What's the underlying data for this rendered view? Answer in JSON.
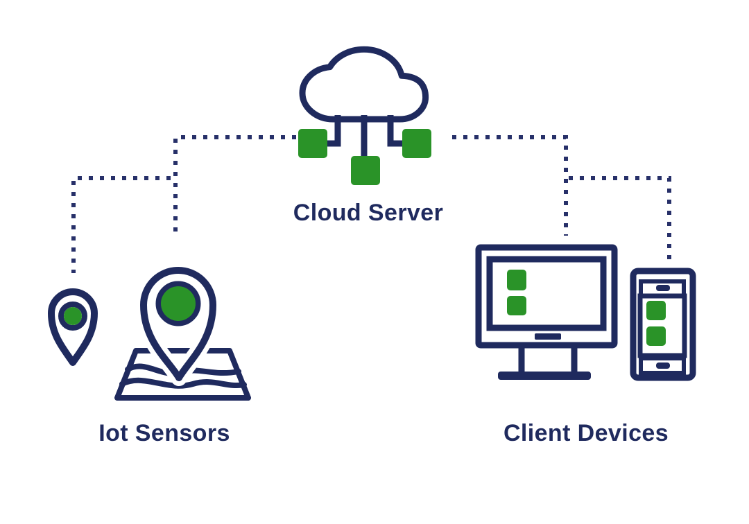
{
  "diagram": {
    "type": "iot-architecture",
    "nodes": [
      {
        "id": "cloud_server",
        "label": "Cloud Server",
        "icon": "cloud-with-data-squares",
        "position": "top-center"
      },
      {
        "id": "iot_sensors",
        "label": "Iot Sensors",
        "icon": "map-location-pins",
        "position": "bottom-left"
      },
      {
        "id": "client_devices",
        "label": "Client Devices",
        "icon": "monitor-and-smartphone",
        "position": "bottom-right"
      }
    ],
    "edges": [
      {
        "from": "cloud_server",
        "to": "iot_sensors",
        "style": "dotted",
        "branches": 2
      },
      {
        "from": "cloud_server",
        "to": "client_devices",
        "style": "dotted",
        "branches": 2
      }
    ]
  },
  "colors": {
    "navy": "#1f2a5e",
    "green": "#2a9328",
    "dash": "#273069",
    "background": "#ffffff"
  }
}
